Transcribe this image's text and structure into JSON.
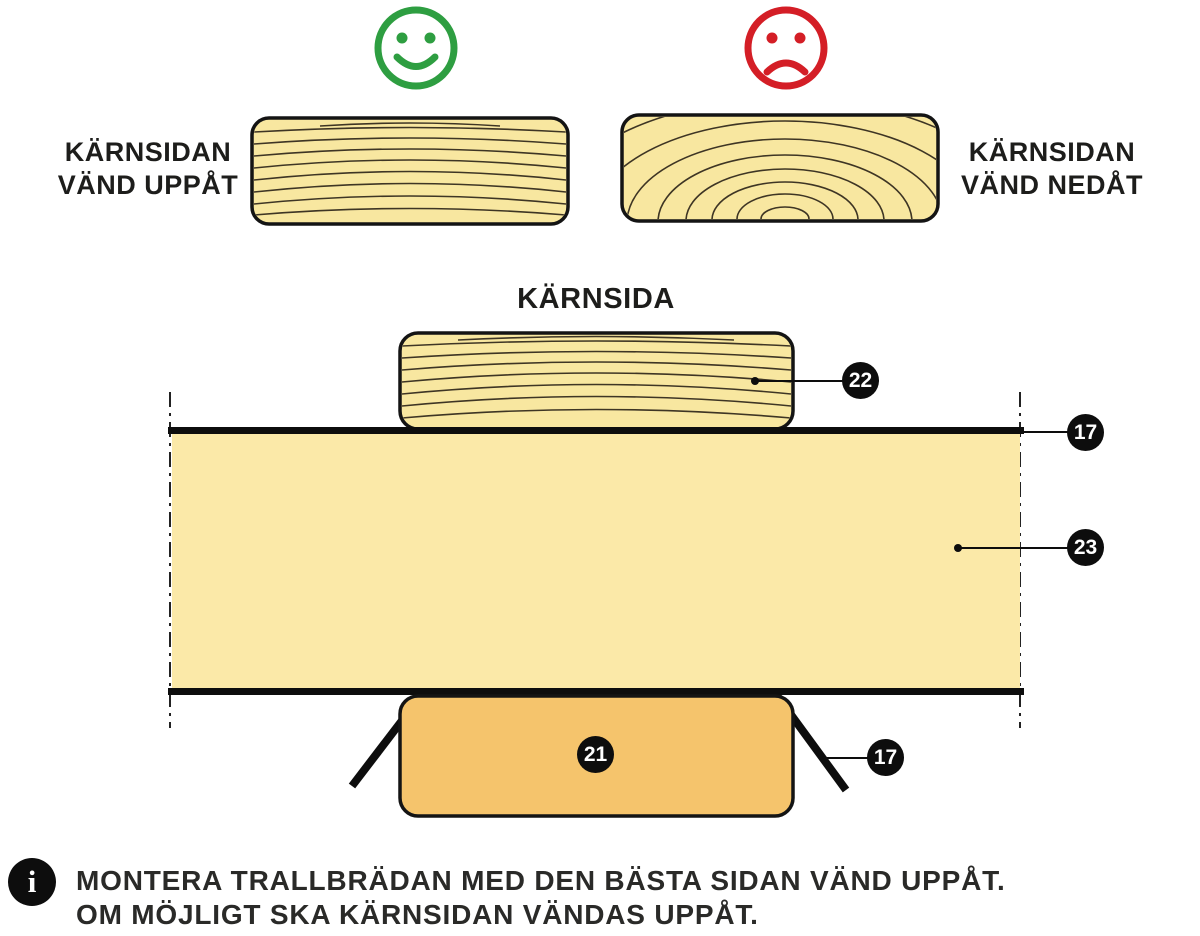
{
  "colors": {
    "wood": "#F8E7A0",
    "joist": "#FBE9A8",
    "support": "#F5C46C",
    "good_green": "#2E9E41",
    "bad_red": "#D41E26",
    "line_black": "#0D0D0D"
  },
  "good_section": {
    "label_line1": "KÄRNSIDAN",
    "label_line2": "VÄND UPPÅT"
  },
  "bad_section": {
    "label_line1": "KÄRNSIDAN",
    "label_line2": "VÄND NEDÅT"
  },
  "diagram": {
    "title": "KÄRNSIDA",
    "badge_deck_board": "22",
    "badge_membrane_top": "17",
    "badge_joist": "23",
    "badge_support_board": "21",
    "badge_membrane_bottom": "17"
  },
  "note": {
    "icon": "i",
    "line1": "MONTERA TRALLBRÄDAN MED DEN BÄSTA SIDAN VÄND UPPÅT.",
    "line2": "OM MÖJLIGT SKA KÄRNSIDAN VÄNDAS UPPÅT."
  }
}
